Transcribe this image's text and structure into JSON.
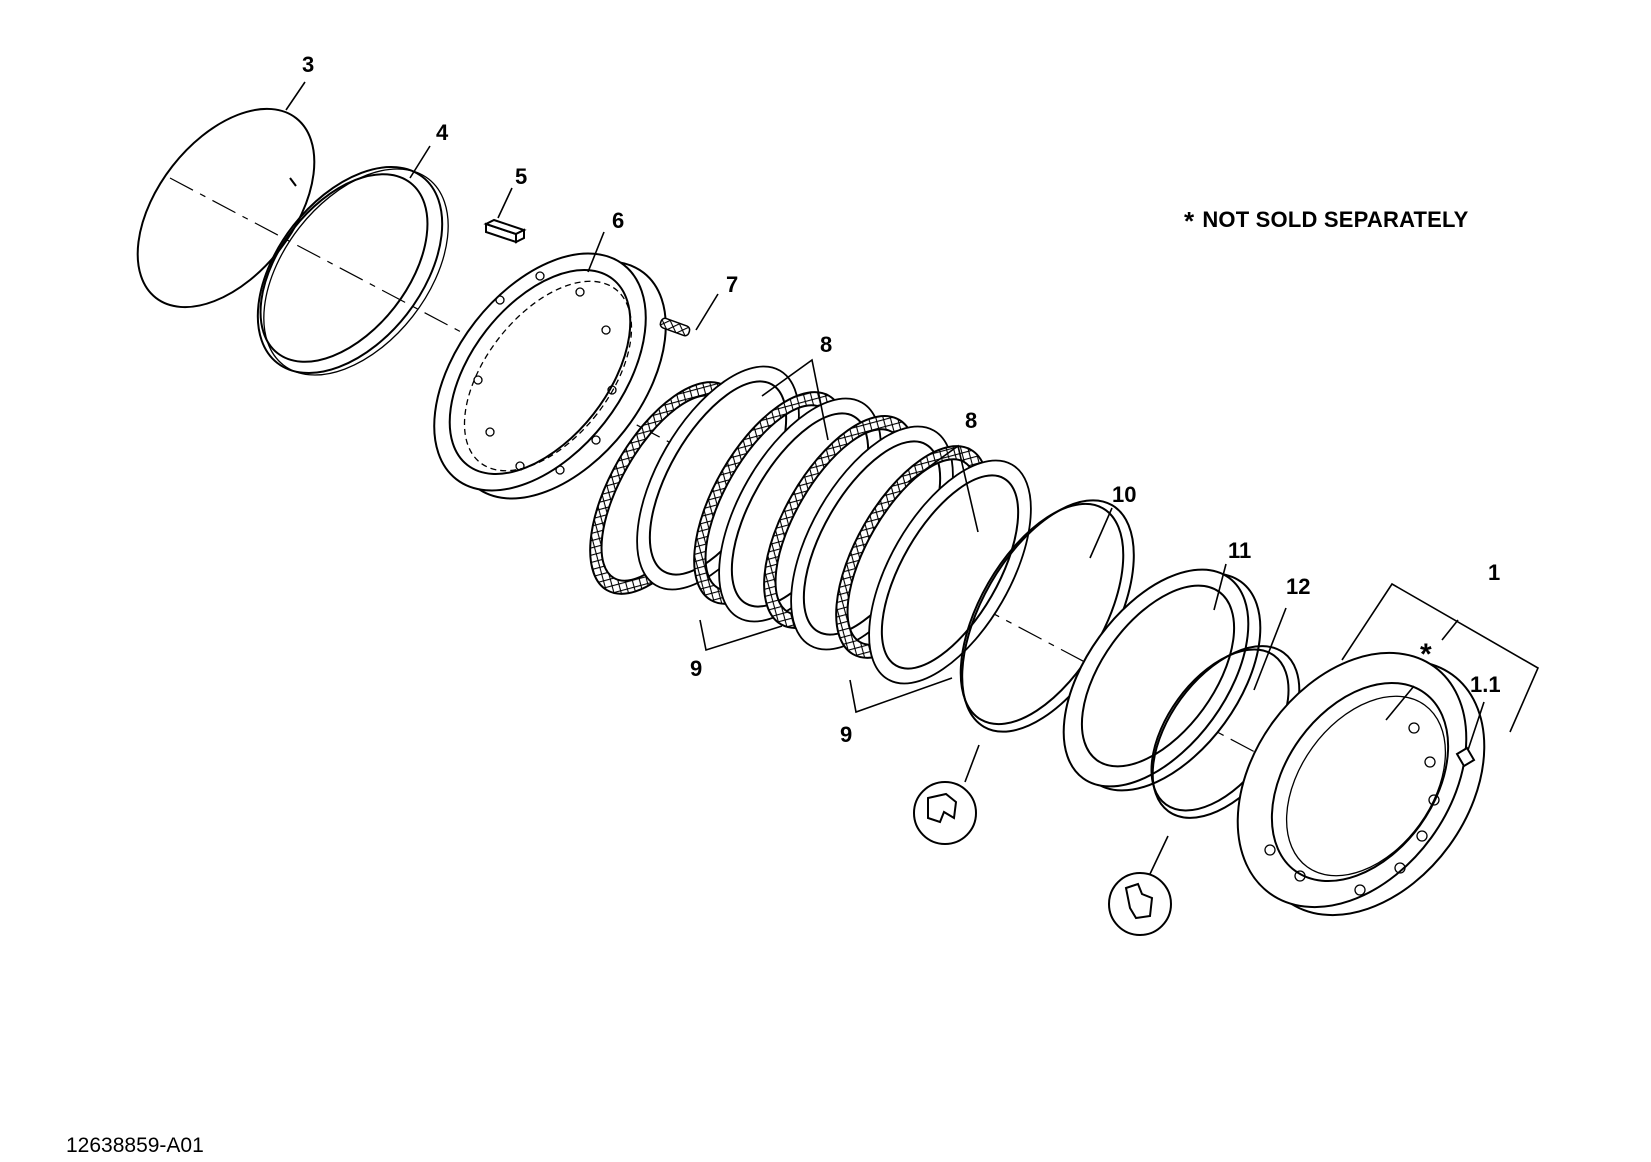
{
  "figure_id": "12638859-A01",
  "note": {
    "symbol": "*",
    "text": "NOT SOLD SEPARATELY"
  },
  "callouts": {
    "c1": "1",
    "c1_1": "1.1",
    "c3": "3",
    "c4": "4",
    "c5": "5",
    "c6": "6",
    "c7": "7",
    "c8a": "8",
    "c8b": "8",
    "c9a": "9",
    "c9b": "9",
    "c10": "10",
    "c11": "11",
    "c12": "12",
    "star": "*"
  }
}
